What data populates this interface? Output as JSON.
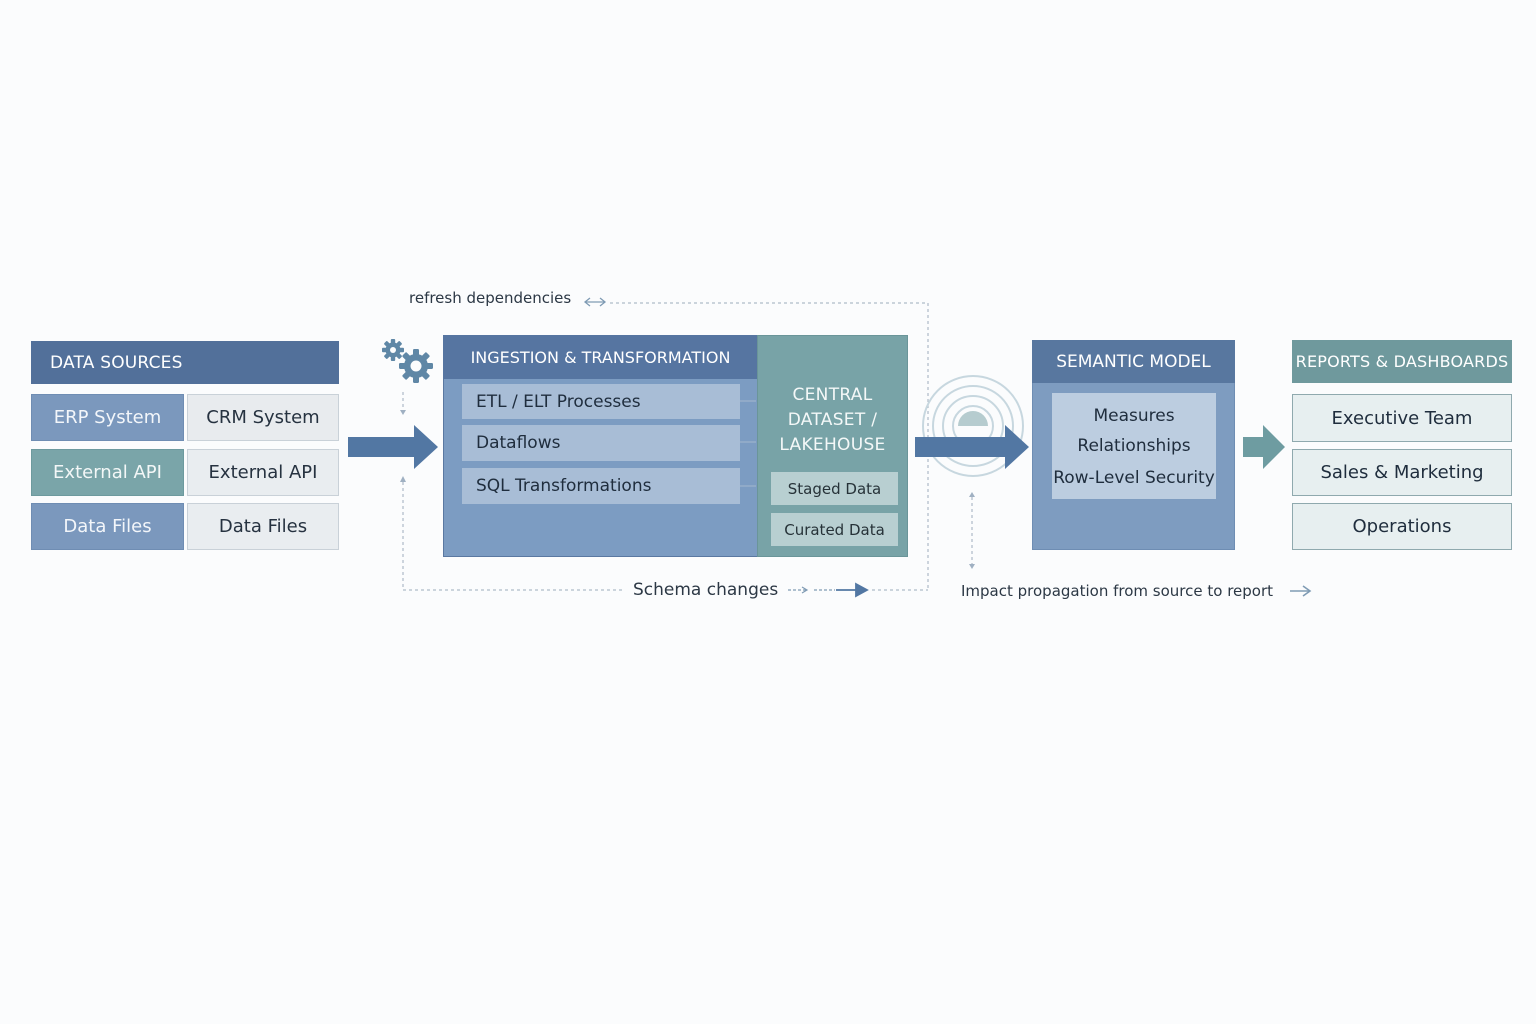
{
  "data_sources": {
    "header": "DATA SOURCES",
    "items": [
      {
        "label": "ERP System"
      },
      {
        "label": "CRM System"
      },
      {
        "label": "External API"
      },
      {
        "label": "External API"
      },
      {
        "label": "Data Files"
      },
      {
        "label": "Data Files"
      }
    ]
  },
  "ingestion": {
    "header": "INGESTION & TRANSFORMATION",
    "items": [
      {
        "label": "ETL / ELT Processes"
      },
      {
        "label": "Dataflows"
      },
      {
        "label": "SQL Transformations"
      }
    ]
  },
  "central": {
    "title_lines": [
      "CENTRAL",
      "DATASET /",
      "LAKEHOUSE"
    ],
    "items": [
      {
        "label": "Staged Data"
      },
      {
        "label": "Curated Data"
      }
    ]
  },
  "semantic_model": {
    "header": "SEMANTIC MODEL",
    "items": [
      {
        "label": "Measures"
      },
      {
        "label": "Relationships"
      },
      {
        "label": "Row-Level Security"
      }
    ]
  },
  "reports": {
    "header": "REPORTS & DASHBOARDS",
    "items": [
      {
        "label": "Executive Team"
      },
      {
        "label": "Sales & Marketing"
      },
      {
        "label": "Operations"
      }
    ]
  },
  "annotations": {
    "refresh": "refresh dependencies",
    "schema": "Schema changes",
    "impact": "Impact propagation from source to report"
  },
  "icons": {
    "gears": "gears-icon",
    "signal": "broadcast-signal-icon"
  },
  "colors": {
    "header_blue": "#52709a",
    "header_teal": "#6f999d",
    "arrow_blue": "#5277a3",
    "arrow_teal": "#6e9ca1"
  }
}
